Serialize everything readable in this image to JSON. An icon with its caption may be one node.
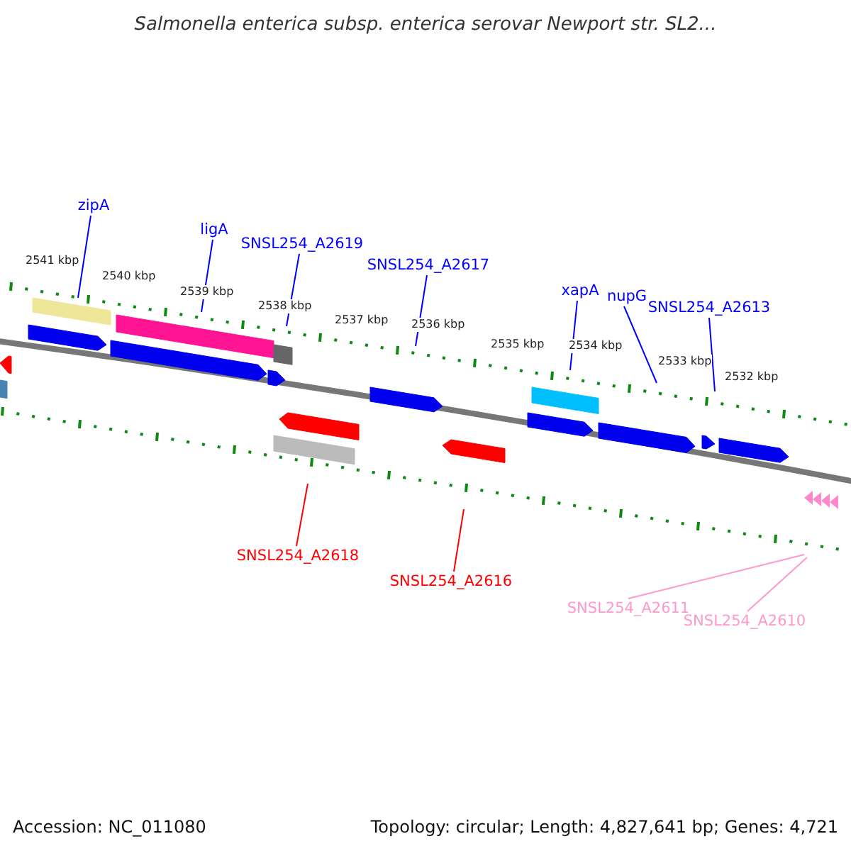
{
  "diagram": {
    "title": "Salmonella enterica subsp. enterica serovar Newport str. SL2...",
    "nodes": [
      {
        "text": [
          "zipA"
        ]
      },
      {
        "text": [
          "ligA"
        ]
      },
      {
        "text": [
          "SNSL254_A2619"
        ]
      },
      {
        "text": [
          "SNSL254_A2617"
        ]
      },
      {
        "text": [
          "xapA"
        ]
      },
      {
        "text": [
          "nupG"
        ]
      },
      {
        "text": [
          "SNSL254_A2613"
        ]
      },
      {
        "text": [
          "SNSL254_A2618"
        ]
      },
      {
        "text": [
          "SNSL254_A2616"
        ]
      },
      {
        "text": [
          "SNSL254_A2611"
        ]
      },
      {
        "text": [
          "SNSL254_A2610"
        ]
      }
    ],
    "edges": [
      {
        "from": 0,
        "to": null,
        "arrow": "none"
      },
      {
        "from": 1,
        "to": null,
        "arrow": "none"
      },
      {
        "from": 2,
        "to": null,
        "arrow": "none"
      },
      {
        "from": 3,
        "to": null,
        "arrow": "none"
      },
      {
        "from": 4,
        "to": null,
        "arrow": "none"
      },
      {
        "from": 5,
        "to": null,
        "arrow": "none"
      },
      {
        "from": 6,
        "to": null,
        "arrow": "none"
      },
      {
        "from": 7,
        "to": null,
        "arrow": "none",
        "color": "#ff0000"
      },
      {
        "from": 8,
        "to": null,
        "arrow": "none",
        "color": "#ff0000"
      },
      {
        "from": 9,
        "to": null,
        "arrow": "none",
        "color": "#ff99cc"
      },
      {
        "from": 10,
        "to": null,
        "arrow": "none",
        "color": "#ff99cc"
      }
    ],
    "labels": [
      "2541 kbp",
      "2540 kbp",
      "2539 kbp",
      "2538 kbp",
      "2537 kbp",
      "2536 kbp",
      "2535 kbp",
      "2534 kbp",
      "2533 kbp",
      "2532 kbp",
      "Accession: NC_011080",
      "Topology: circular; Length: 4,827,641 bp; Genes: 4,721"
    ]
  }
}
